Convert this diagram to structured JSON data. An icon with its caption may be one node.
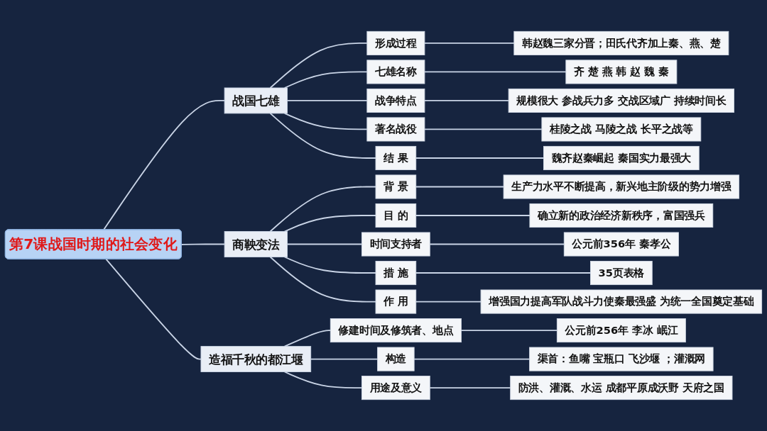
{
  "diagram": {
    "nodes": [
      {
        "text": [
          "第7课战国时期的社会变化"
        ]
      },
      {
        "text": [
          "战国七雄"
        ]
      },
      {
        "text": [
          "形成过程"
        ]
      },
      {
        "text": [
          "韩赵魏三家分晋；田氏代齐加上秦、燕、楚"
        ]
      },
      {
        "text": [
          "七雄名称"
        ]
      },
      {
        "text": [
          "齐 楚 燕 韩 赵 魏 秦"
        ]
      },
      {
        "text": [
          "战争特点"
        ]
      },
      {
        "text": [
          "规模很大 参战兵力多 交战区域广 持续时间长"
        ]
      },
      {
        "text": [
          "著名战役"
        ]
      },
      {
        "text": [
          "桂陵之战 马陵之战 长平之战等"
        ]
      },
      {
        "text": [
          "结 果"
        ]
      },
      {
        "text": [
          "魏齐赵秦崛起 秦国实力最强大"
        ]
      },
      {
        "text": [
          "商鞅变法"
        ]
      },
      {
        "text": [
          "背 景"
        ]
      },
      {
        "text": [
          "生产力水平不断提高，新兴地主阶级的势力增强"
        ]
      },
      {
        "text": [
          "目 的"
        ]
      },
      {
        "text": [
          "确立新的政治经济新秩序，富国强兵"
        ]
      },
      {
        "text": [
          "时间支持者"
        ]
      },
      {
        "text": [
          "公元前356年 秦孝公"
        ]
      },
      {
        "text": [
          "措 施"
        ]
      },
      {
        "text": [
          "35页表格"
        ]
      },
      {
        "text": [
          "作 用"
        ]
      },
      {
        "text": [
          "增强国力提高军队战斗力使秦最强盛 为统一全国奠定基础"
        ]
      },
      {
        "text": [
          "造福千秋的都江堰"
        ]
      },
      {
        "text": [
          "修建时间及修筑者、地点"
        ]
      },
      {
        "text": [
          "公元前256年 李冰 岷江"
        ]
      },
      {
        "text": [
          "构造"
        ]
      },
      {
        "text": [
          "渠首：鱼嘴 宝瓶口 飞沙堰 ；灌溉网"
        ]
      },
      {
        "text": [
          "用途及意义"
        ]
      },
      {
        "text": [
          "防洪、灌溉、水运 成都平原成沃野 天府之国"
        ]
      }
    ],
    "edges": [
      {
        "from": 0,
        "to": 1,
        "arrow": "none"
      },
      {
        "from": 1,
        "to": 2,
        "arrow": "none"
      },
      {
        "from": 2,
        "to": 3,
        "arrow": "none"
      },
      {
        "from": 1,
        "to": 4,
        "arrow": "none"
      },
      {
        "from": 4,
        "to": 5,
        "arrow": "none"
      },
      {
        "from": 1,
        "to": 6,
        "arrow": "none"
      },
      {
        "from": 6,
        "to": 7,
        "arrow": "none"
      },
      {
        "from": 1,
        "to": 8,
        "arrow": "none"
      },
      {
        "from": 8,
        "to": 9,
        "arrow": "none"
      },
      {
        "from": 1,
        "to": 10,
        "arrow": "none"
      },
      {
        "from": 10,
        "to": 11,
        "arrow": "none"
      },
      {
        "from": 0,
        "to": 12,
        "arrow": "none"
      },
      {
        "from": 12,
        "to": 13,
        "arrow": "none"
      },
      {
        "from": 13,
        "to": 14,
        "arrow": "none"
      },
      {
        "from": 12,
        "to": 15,
        "arrow": "none"
      },
      {
        "from": 15,
        "to": 16,
        "arrow": "none"
      },
      {
        "from": 12,
        "to": 17,
        "arrow": "none"
      },
      {
        "from": 17,
        "to": 18,
        "arrow": "none"
      },
      {
        "from": 12,
        "to": 19,
        "arrow": "none"
      },
      {
        "from": 19,
        "to": 20,
        "arrow": "none"
      },
      {
        "from": 12,
        "to": 21,
        "arrow": "none"
      },
      {
        "from": 21,
        "to": 22,
        "arrow": "none"
      },
      {
        "from": 0,
        "to": 23,
        "arrow": "none"
      },
      {
        "from": 23,
        "to": 24,
        "arrow": "none"
      },
      {
        "from": 24,
        "to": 25,
        "arrow": "none"
      },
      {
        "from": 23,
        "to": 26,
        "arrow": "none"
      },
      {
        "from": 26,
        "to": 27,
        "arrow": "none"
      },
      {
        "from": 23,
        "to": 28,
        "arrow": "none"
      },
      {
        "from": 28,
        "to": 29,
        "arrow": "none"
      }
    ]
  }
}
